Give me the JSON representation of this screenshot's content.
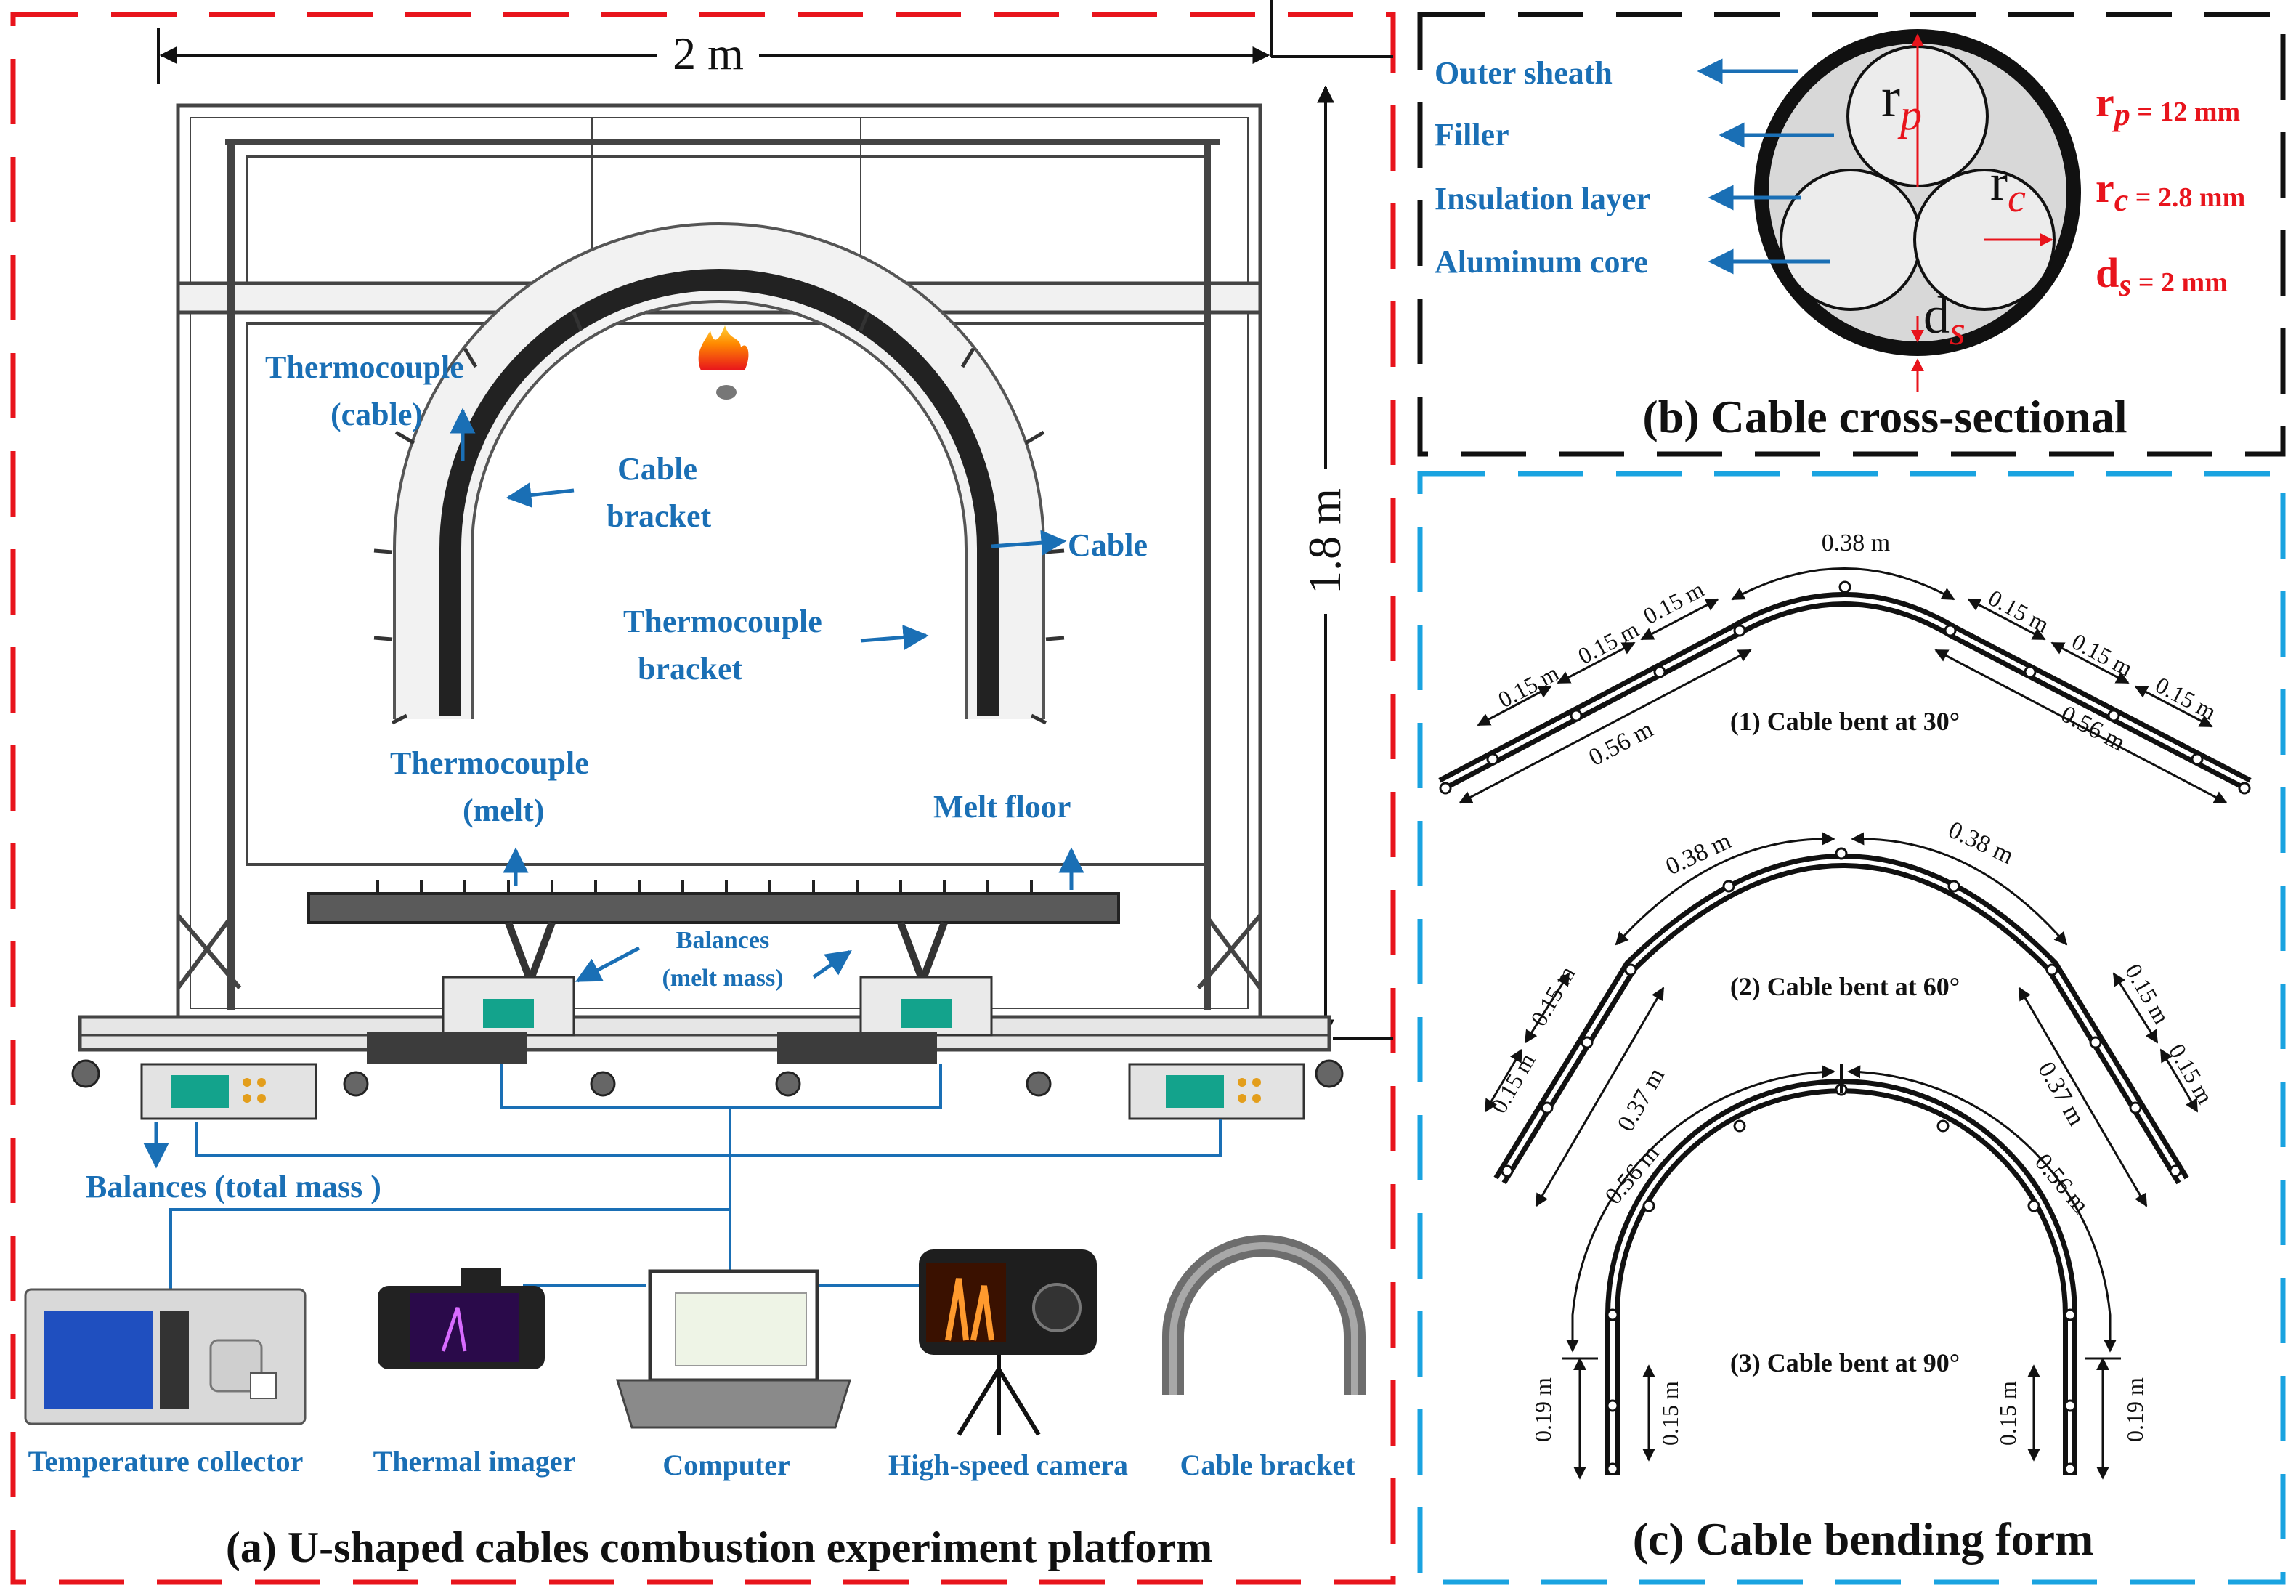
{
  "panel_a": {
    "caption": "(a) U-shaped cables combustion experiment platform",
    "width_dim": "2 m",
    "height_dim": "1.8 m",
    "labels": {
      "thermocouple_cable_1": "Thermocouple",
      "thermocouple_cable_2": "(cable)",
      "cable_bracket_1": "Cable",
      "cable_bracket_2": "bracket",
      "cable": "Cable",
      "thermocouple_bracket_1": "Thermocouple",
      "thermocouple_bracket_2": "bracket",
      "thermocouple_melt_1": "Thermocouple",
      "thermocouple_melt_2": "(melt)",
      "melt_floor": "Melt floor",
      "balances_melt_1": "Balances",
      "balances_melt_2": "(melt mass)",
      "balances_total": "Balances (total mass )"
    },
    "devices": [
      "Temperature collector",
      "Thermal imager",
      "Computer",
      "High-speed camera",
      "Cable bracket"
    ]
  },
  "panel_b": {
    "caption": "(b) Cable cross-sectional",
    "layers": [
      "Outer sheath",
      "Filler",
      "Insulation layer",
      "Aluminum core"
    ],
    "symbols": {
      "rp": "r",
      "rp_sub": "p",
      "rc": "r",
      "rc_sub": "c",
      "ds": "d",
      "ds_sub": "s"
    },
    "values": [
      {
        "sym": "r",
        "sub": "p",
        "val": " = 12 mm"
      },
      {
        "sym": "r",
        "sub": "c",
        "val": " = 2.8 mm"
      },
      {
        "sym": "d",
        "sub": "s",
        "val": " = 2 mm"
      }
    ]
  },
  "panel_c": {
    "caption": "(c) Cable bending form",
    "form1": {
      "title": "(1) Cable bent at 30°",
      "top": "0.38 m",
      "left_segments": [
        "0.15 m",
        "0.15 m",
        "0.15 m"
      ],
      "right_segments": [
        "0.15 m",
        "0.15 m",
        "0.15 m"
      ],
      "left_total": "0.56 m",
      "right_total": "0.56 m"
    },
    "form2": {
      "title": "(2) Cable bent at 60°",
      "top_left": "0.38 m",
      "top_right": "0.38 m",
      "left_segments": [
        "0.15 m",
        "0.15 m"
      ],
      "right_segments": [
        "0.15 m",
        "0.15 m"
      ],
      "left_total": "0.37 m",
      "right_total": "0.37 m"
    },
    "form3": {
      "title": "(3) Cable bent at 90°",
      "arc_left": "0.56 m",
      "arc_right": "0.56 m",
      "leg_outer_left": "0.19 m",
      "leg_inner_left": "0.15 m",
      "leg_inner_right": "0.15 m",
      "leg_outer_right": "0.19 m"
    }
  },
  "colors": {
    "label_blue": "#1a6fb5",
    "value_red": "#e8141c",
    "border_red": "#e8141c",
    "border_black": "#111111",
    "border_blue": "#1aa3e0"
  }
}
